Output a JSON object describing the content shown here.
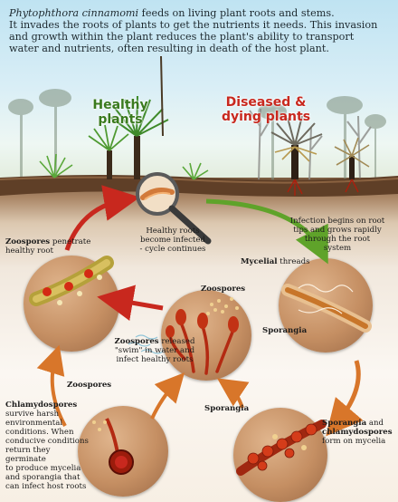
{
  "intro": {
    "species": "Phytophthora cinnamomi",
    "line1_rest": " feeds on living plant roots and stems.",
    "line2": "It invades the roots of plants to get the nutrients it needs. This invasion",
    "line3": "and growth within the plant reduces the plant's ability to transport",
    "line4": "water and nutrients, often resulting in death of the host plant."
  },
  "labels": {
    "healthy_line1": "Healthy",
    "healthy_line2": "plants",
    "diseased_line1": "Diseased &",
    "diseased_line2": "dying plants"
  },
  "captions": {
    "healthy_roots": [
      "Healthy roots",
      "become infected",
      "- cycle continues"
    ],
    "infection": [
      "Infection begins on root",
      "tips and grows rapidly",
      "through the root",
      "system"
    ],
    "mycelial": {
      "bold": "Mycelial",
      "rest": " threads"
    },
    "zoospores_penetrate": {
      "bold": "Zoospores",
      "rest_line1": " penetrate",
      "line2": "healthy root"
    },
    "zoospores_top": "Zoospores",
    "sporangia_mid": "Sporangia",
    "zoospores_released": {
      "bold": "Zoospores",
      "rest_line1": " released",
      "line2": "\"swim\" in water and",
      "line3": "infect healthy roots"
    },
    "zoospores_left": "Zoospores",
    "chlamydospores": {
      "bold": "Chlamydospores",
      "lines": [
        "survive harsh",
        "environmental",
        "conditions. When",
        "conducive conditions",
        "return they germinate",
        "to produce mycelia",
        "and sporangia that",
        "can infect host roots"
      ]
    },
    "sporangia_bottom": "Sporangia",
    "sporangia_form": {
      "bold1": "Sporangia",
      "rest1": " and",
      "bold2": "chlamydospores",
      "line3": "form on mycelia"
    }
  },
  "colors": {
    "cycle_red": "#c8281e",
    "cycle_green": "#5fa32a",
    "cycle_orange": "#d8762a",
    "disc": "#c58f63",
    "hypha": "#b32a12",
    "spore": "#f0d090"
  }
}
